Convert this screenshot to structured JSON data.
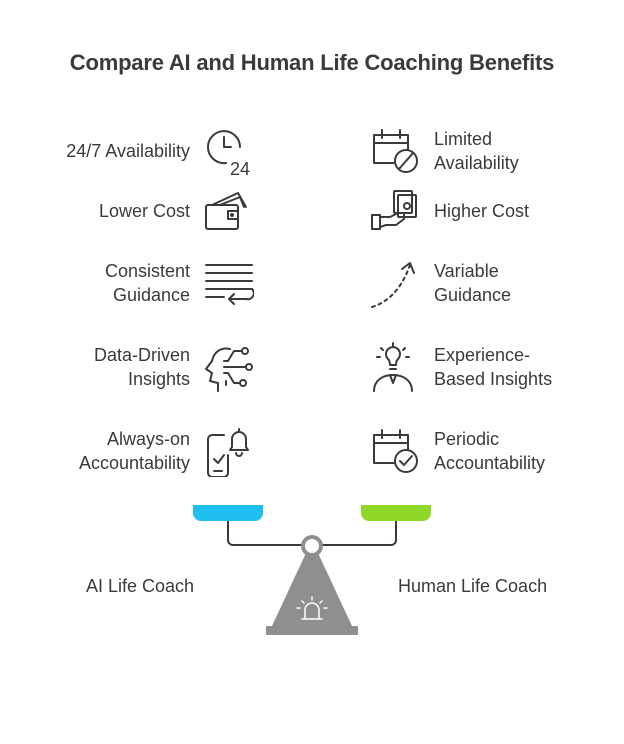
{
  "title": "Compare AI and Human Life Coaching Benefits",
  "rows": [
    {
      "ai": {
        "label": "24/7 Availability",
        "icon": "clock-24-icon"
      },
      "human": {
        "label_lines": [
          "Limited",
          "Availability"
        ],
        "icon": "calendar-blocked-icon"
      }
    },
    {
      "ai": {
        "label": "Lower Cost",
        "icon": "wallet-icon"
      },
      "human": {
        "label": "Higher Cost",
        "icon": "hand-money-icon"
      }
    },
    {
      "ai": {
        "label_lines": [
          "Consistent",
          "Guidance"
        ],
        "icon": "lines-return-icon"
      },
      "human": {
        "label_lines": [
          "Variable",
          "Guidance"
        ],
        "icon": "curved-arrow-icon"
      }
    },
    {
      "ai": {
        "label_lines": [
          "Data-Driven",
          "Insights"
        ],
        "icon": "head-circuit-icon"
      },
      "human": {
        "label_lines": [
          "Experience-",
          "Based Insights"
        ],
        "icon": "person-lightbulb-icon"
      }
    },
    {
      "ai": {
        "label_lines": [
          "Always-on",
          "Accountability"
        ],
        "icon": "phone-bell-icon"
      },
      "human": {
        "label_lines": [
          "Periodic",
          "Accountability"
        ],
        "icon": "calendar-check-icon"
      }
    }
  ],
  "ai_coach_label": "AI Life Coach",
  "human_coach_label": "Human Life Coach",
  "colors": {
    "ai_pan": "#1fbff0",
    "human_pan": "#8fd82a",
    "scale_gray": "#8f8f8f",
    "icon_stroke": "#3a3a3a"
  }
}
